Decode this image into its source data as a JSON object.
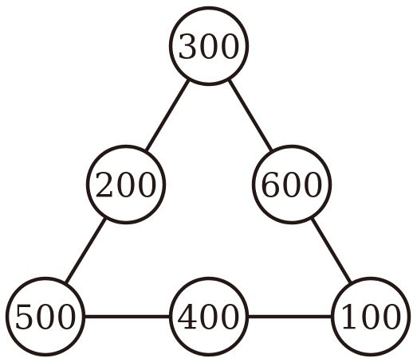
{
  "colors": {
    "stroke": "#231815",
    "fill": "#ffffff",
    "text": "#231815"
  },
  "nodes": [
    {
      "id": "top",
      "label": "300"
    },
    {
      "id": "left-mid",
      "label": "200"
    },
    {
      "id": "right-mid",
      "label": "600"
    },
    {
      "id": "bottom-left",
      "label": "500"
    },
    {
      "id": "bottom-mid",
      "label": "400"
    },
    {
      "id": "bottom-right",
      "label": "100"
    }
  ],
  "edges": [
    {
      "from": "top",
      "to": "left-mid"
    },
    {
      "from": "top",
      "to": "right-mid"
    },
    {
      "from": "left-mid",
      "to": "bottom-left"
    },
    {
      "from": "right-mid",
      "to": "bottom-right"
    },
    {
      "from": "bottom-left",
      "to": "bottom-mid"
    },
    {
      "from": "bottom-mid",
      "to": "bottom-right"
    }
  ]
}
